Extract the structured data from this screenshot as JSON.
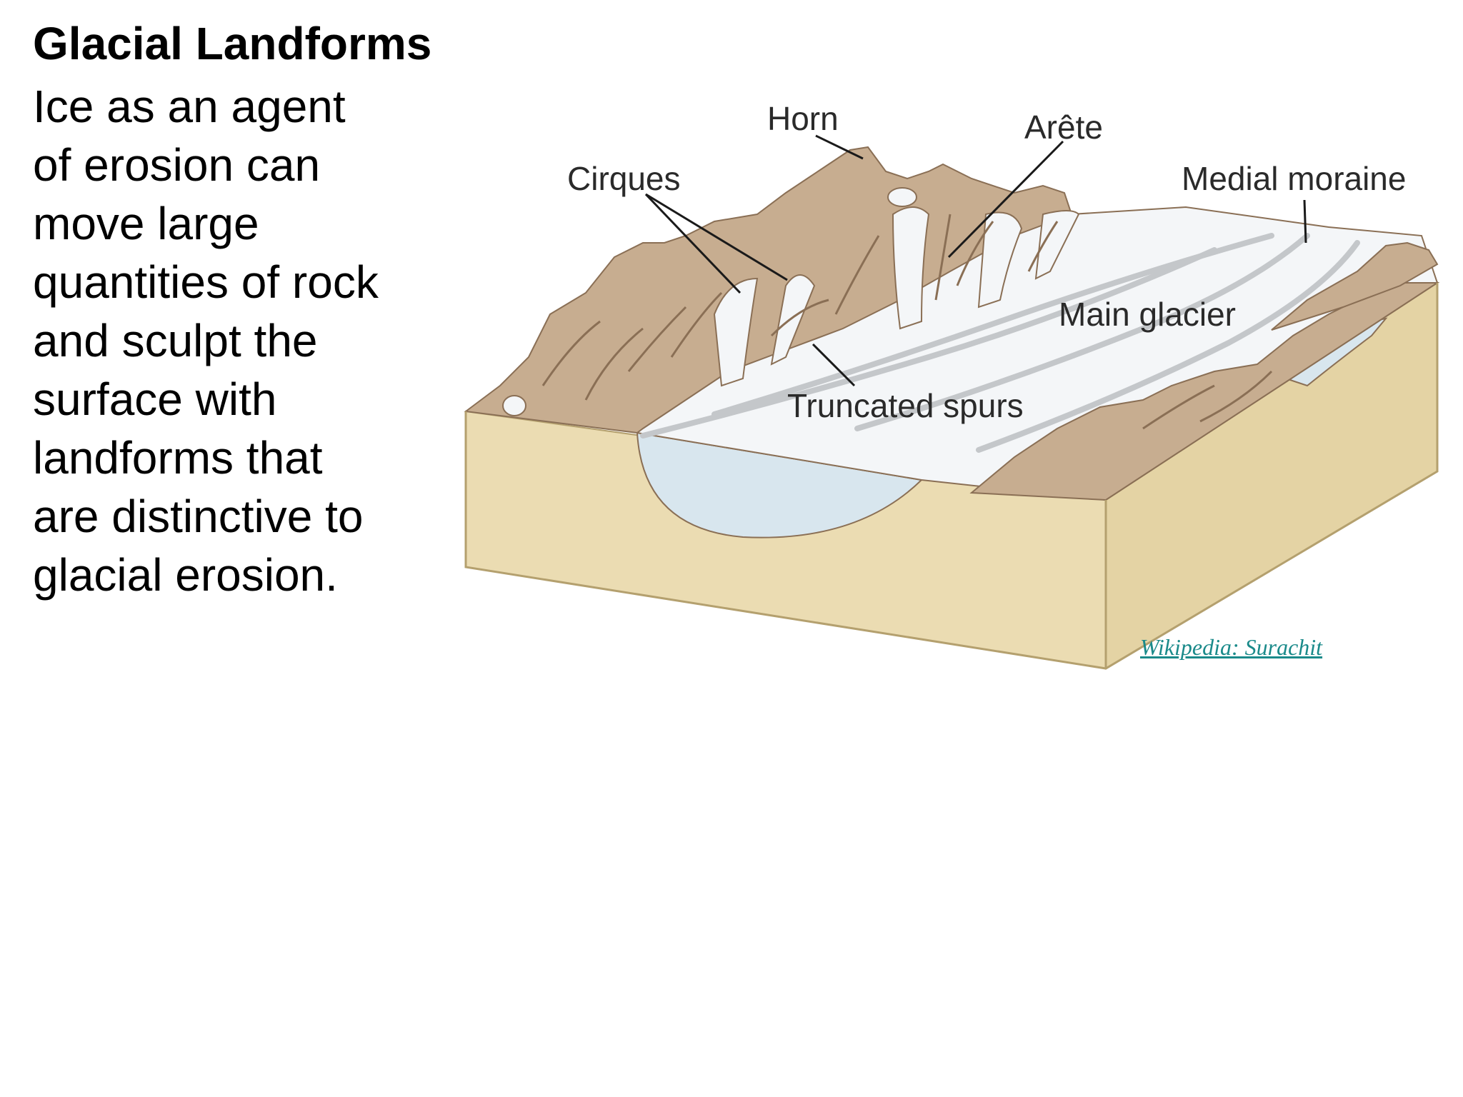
{
  "slide": {
    "title": "Glacial Landforms",
    "body_lines": [
      "Ice as an agent",
      "of erosion can",
      "move large",
      "quantities of rock",
      "and sculpt the",
      "surface with",
      "landforms that",
      "are distinctive to",
      "glacial erosion."
    ]
  },
  "diagram": {
    "labels": {
      "horn": "Horn",
      "arete": "Arête",
      "cirques": "Cirques",
      "medial_moraine": "Medial moraine",
      "main_glacier": "Main glacier",
      "truncated_spurs": "Truncated spurs"
    },
    "colors": {
      "rock": "#c7ad90",
      "rock_line": "#8a6f55",
      "block_front": "#ebdcb2",
      "block_side": "#e4d3a4",
      "block_edge": "#b4a06e",
      "ice": "#f4f6f8",
      "ice_lake": "#d8e6ee",
      "moraine": "#c4c7ca",
      "leader": "#1a1a1a"
    }
  },
  "credit": {
    "text": "Wikipedia: Surachit",
    "color": "#1a8a8a"
  }
}
